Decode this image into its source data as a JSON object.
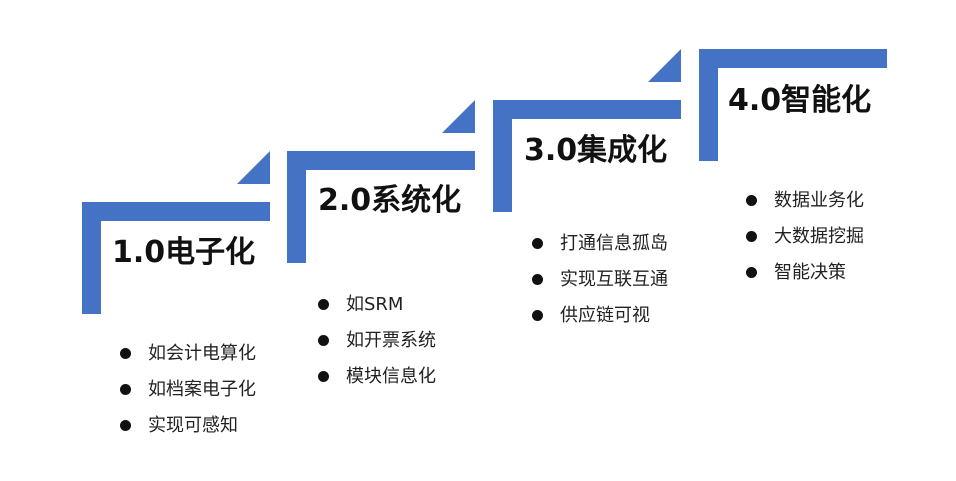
{
  "colors": {
    "step": "#4472C4",
    "text": "#111111",
    "bullet": "#111111"
  },
  "stages": [
    {
      "title": "1.0电子化",
      "items": [
        "如会计电算化",
        "如档案电子化",
        "实现可感知"
      ]
    },
    {
      "title": "2.0系统化",
      "items": [
        "如SRM",
        "如开票系统",
        "模块信息化"
      ]
    },
    {
      "title": "3.0集成化",
      "items": [
        "打通信息孤岛",
        "实现互联互通",
        "供应链可视"
      ]
    },
    {
      "title": "4.0智能化",
      "items": [
        "数据业务化",
        "大数据挖掘",
        "智能决策"
      ]
    }
  ]
}
